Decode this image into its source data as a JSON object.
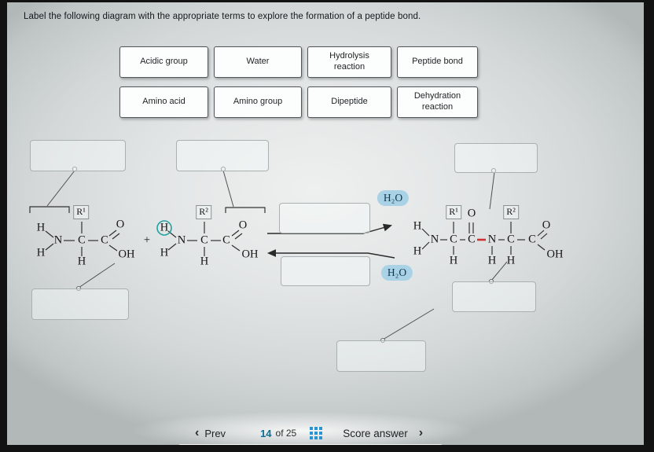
{
  "title": "Label the following diagram with the appropriate terms to explore the formation of a peptide bond.",
  "terms": [
    "Acidic group",
    "Water",
    "Hydrolysis reaction",
    "Peptide bond",
    "Amino acid",
    "Amino group",
    "Dipeptide",
    "Dehydration reaction"
  ],
  "symbols": {
    "H": "H",
    "N": "N",
    "C": "C",
    "O": "O",
    "OH": "OH",
    "plus": "+",
    "R1": "R¹",
    "R2": "R²",
    "H2O": "H₂O"
  },
  "nav": {
    "prev_chevron": "‹",
    "prev": "Prev",
    "page": "14",
    "of_total": "of 25",
    "score": "Score answer",
    "next_chevron": "›"
  },
  "colors": {
    "water_highlight": "#a9d2e6",
    "peptide_bond_red": "#d03030",
    "grid_icon_blue": "#2795d2"
  }
}
